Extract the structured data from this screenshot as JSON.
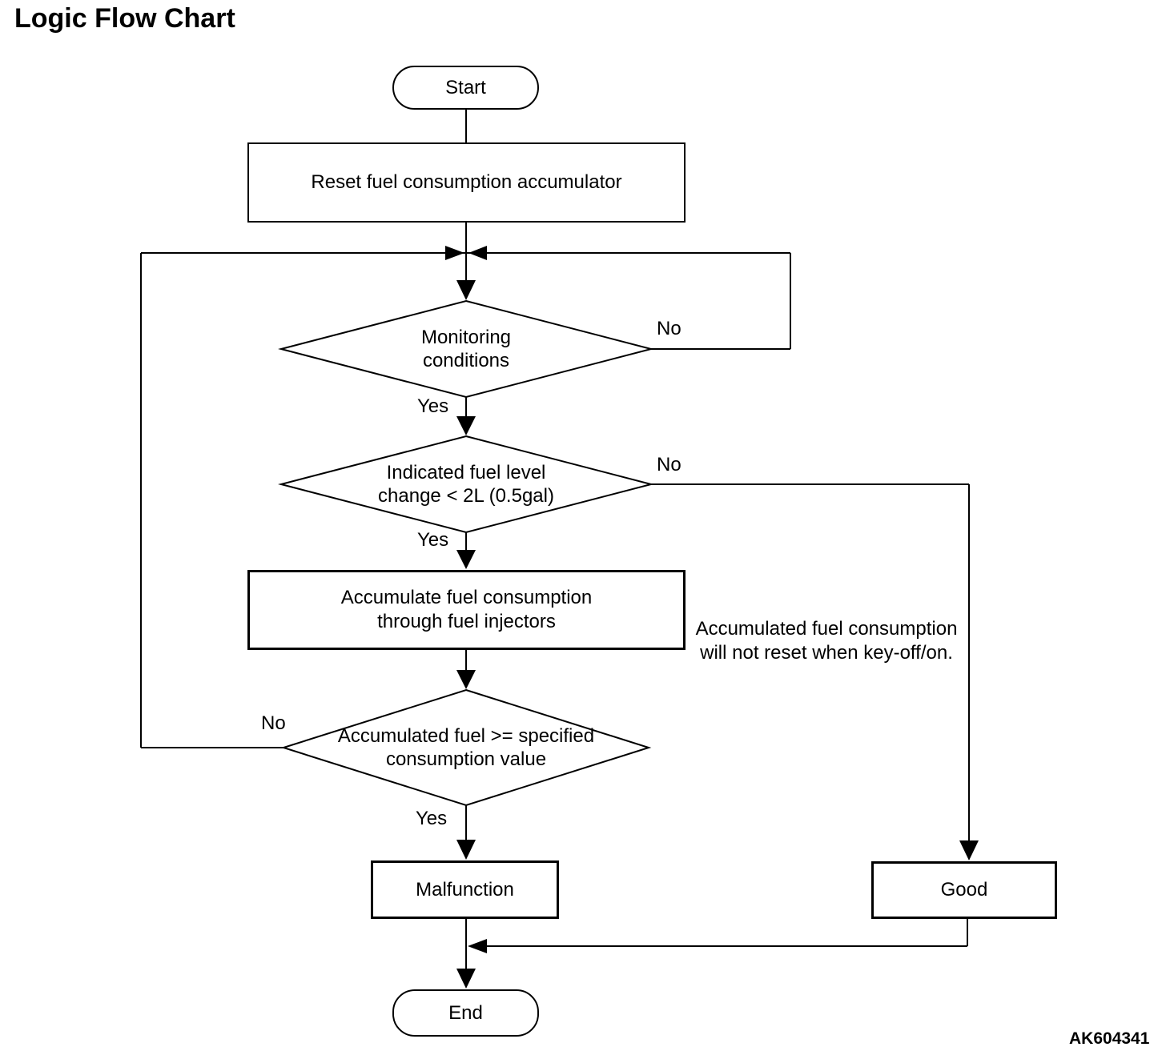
{
  "title": "Logic Flow Chart",
  "figure_code": "AK604341",
  "nodes": {
    "start": {
      "label": "Start"
    },
    "reset": {
      "label": "Reset fuel consumption accumulator"
    },
    "monitoring": {
      "line1": "Monitoring",
      "line2": "conditions"
    },
    "fuel_level_change": {
      "line1": "Indicated fuel level",
      "line2": "change < 2L (0.5gal)"
    },
    "accumulate": {
      "line1": "Accumulate fuel consumption",
      "line2": "through fuel injectors"
    },
    "threshold": {
      "line1": "Accumulated fuel >= specified",
      "line2": "consumption value"
    },
    "malfunction": {
      "label": "Malfunction"
    },
    "good": {
      "label": "Good"
    },
    "end": {
      "label": "End"
    }
  },
  "branch_labels": {
    "monitoring_no": "No",
    "monitoring_yes": "Yes",
    "fuel_level_no": "No",
    "fuel_level_yes": "Yes",
    "threshold_no": "No",
    "threshold_yes": "Yes"
  },
  "note": {
    "line1": "Accumulated fuel consumption",
    "line2": "will not reset when key-off/on."
  },
  "colors": {
    "line": "#000000",
    "background": "#ffffff"
  }
}
